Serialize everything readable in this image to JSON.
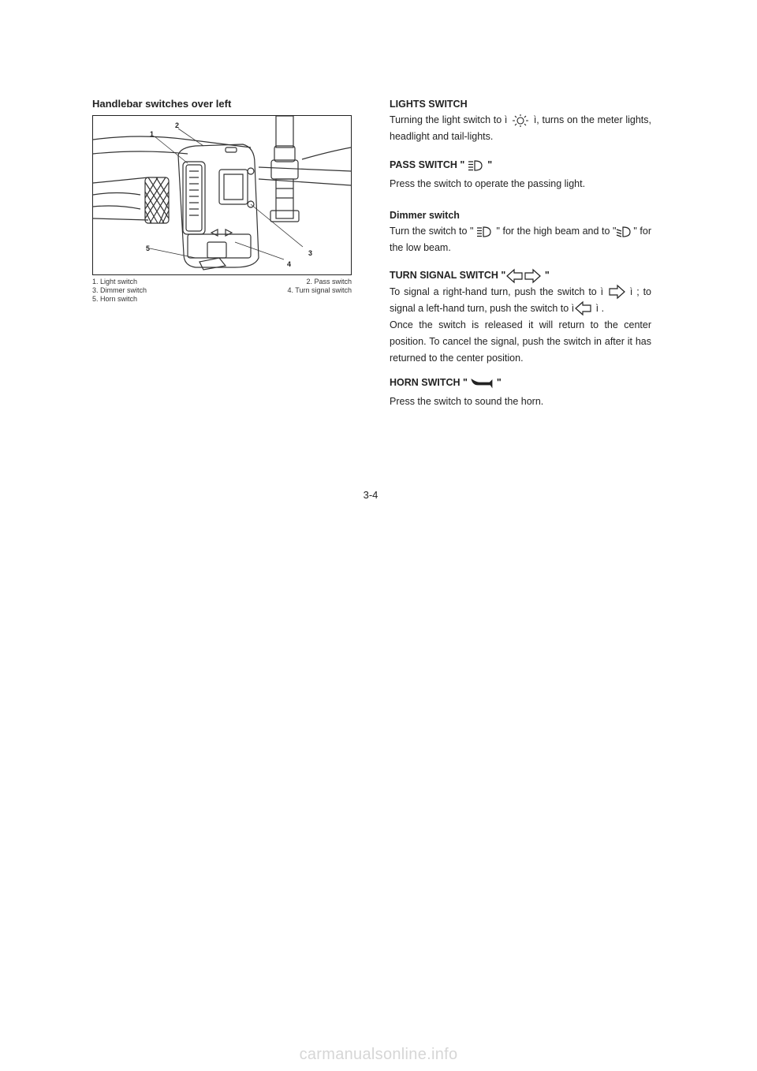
{
  "left": {
    "heading": "Handlebar switches over left",
    "callouts": [
      "1",
      "2",
      "3",
      "4",
      "5"
    ],
    "captions": {
      "c1": "1. Light switch",
      "c2": "2. Pass switch",
      "c3": "3. Dimmer switch",
      "c4": "4. Turn signal switch",
      "c5": "5. Horn switch"
    }
  },
  "right": {
    "lights": {
      "title": "LIGHTS SWITCH",
      "t1": "Turning the light switch to ì ",
      "t2": " ì, turns on the meter lights, headlight and tail-lights."
    },
    "pass": {
      "title_pre": "PASS SWITCH \" ",
      "title_post": " \"",
      "body": "Press the switch to operate the passing light."
    },
    "dimmer": {
      "title": "Dimmer switch",
      "t1": "Turn the switch to \" ",
      "t2": " \" for the high beam and to \"",
      "t3": "\" for the low beam."
    },
    "turn": {
      "title_pre": "TURN SIGNAL SWITCH \"",
      "title_post": " \"",
      "t1": "To signal a right-hand turn, push the switch to ì ",
      "t2": " ì ; to signal a left-hand turn, push the switch to ì",
      "t3": " ì .",
      "t4": "Once the switch is released it will return to the center position. To cancel the signal, push the switch in after it has returned to the center position."
    },
    "horn": {
      "title_pre": "HORN SWITCH \" ",
      "title_post": " \"",
      "body": "Press the switch to sound the horn."
    }
  },
  "page_number": "3-4",
  "watermark": "carmanualsonline.info",
  "icons": [
    "sun-light-icon",
    "high-beam-icon",
    "low-beam-icon",
    "turn-left-arrow-icon",
    "turn-right-arrow-icon",
    "horn-icon"
  ]
}
